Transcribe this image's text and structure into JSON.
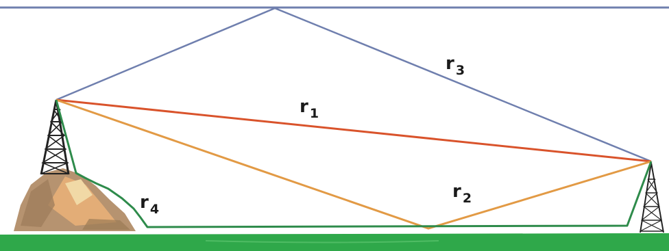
{
  "labels": {
    "r1": {
      "main": "r",
      "sub": "1"
    },
    "r2": {
      "main": "r",
      "sub": "2"
    },
    "r3": {
      "main": "r",
      "sub": "3"
    },
    "r4": {
      "main": "r",
      "sub": "4"
    }
  },
  "colors": {
    "ionosphere": "#6f7fae",
    "sky_path": "#6f7fae",
    "direct_path": "#d9532b",
    "reflected_path": "#e29a45",
    "ground_wave_path": "#2e8b4b",
    "ground": "#2fa84a",
    "tower": "#222222",
    "hill": "#b69370",
    "label_text": "#1a1a1a"
  }
}
